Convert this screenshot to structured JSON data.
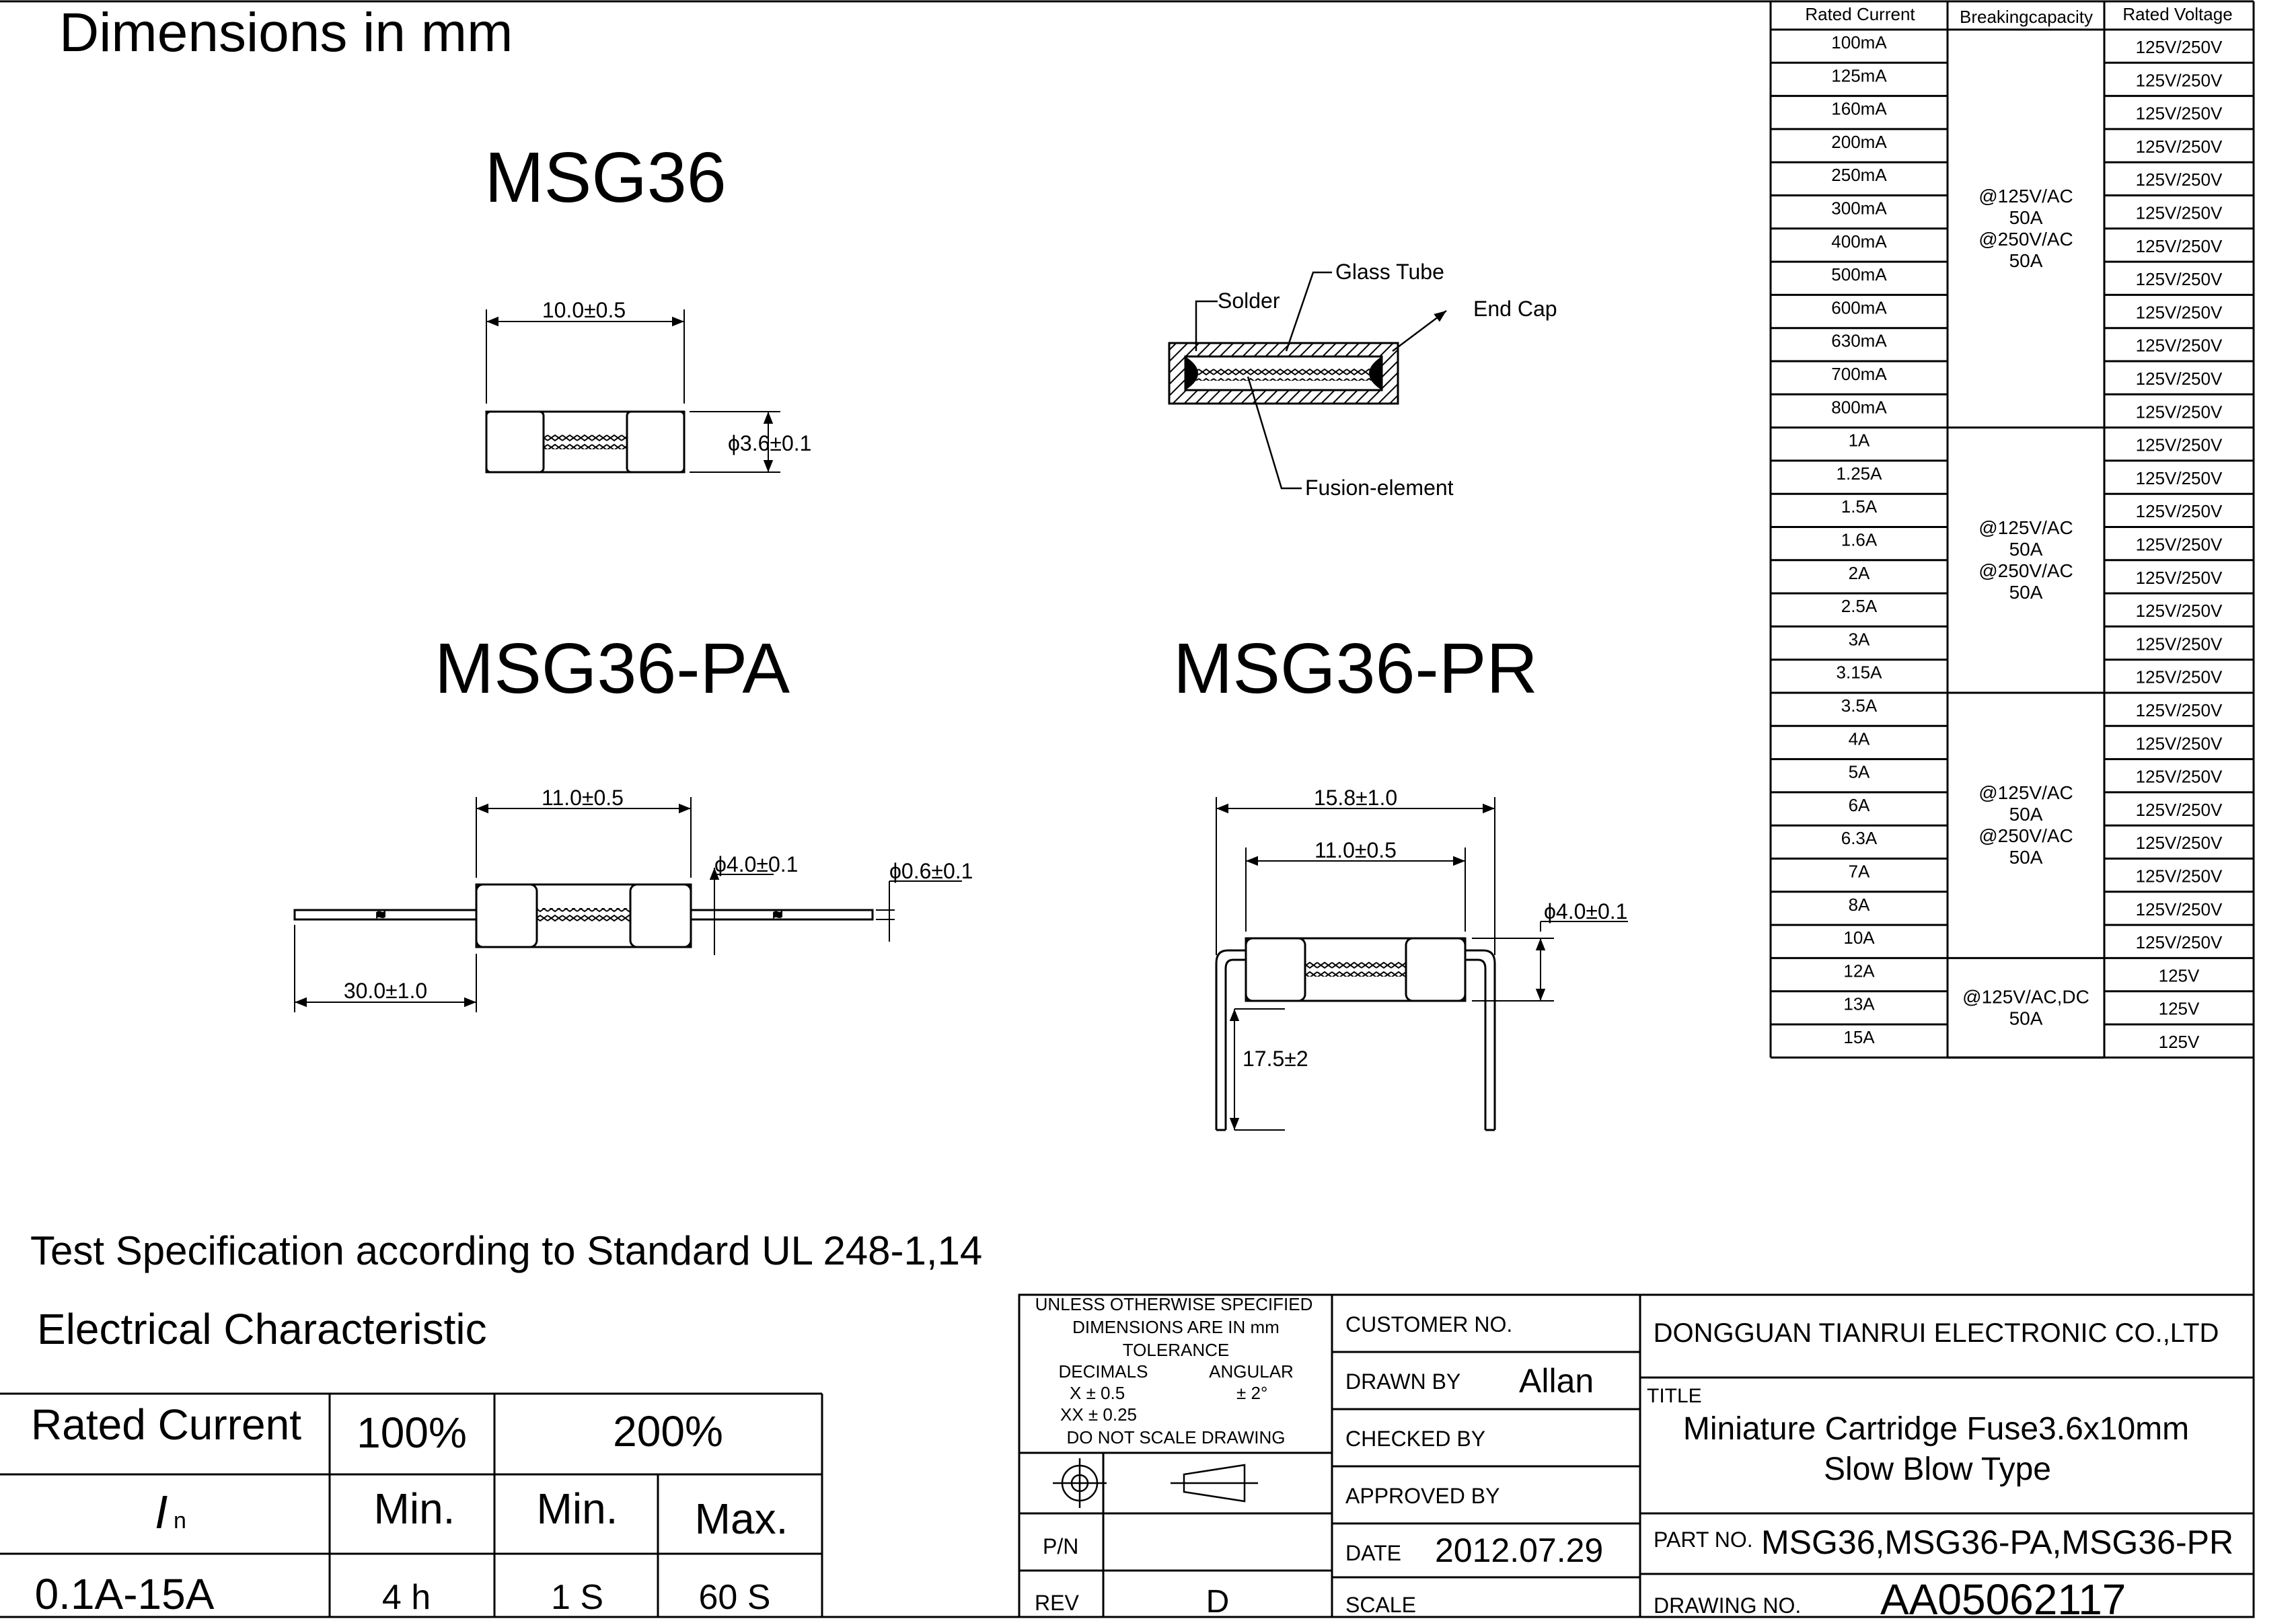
{
  "header": {
    "units_title": "Dimensions in mm"
  },
  "msg36": {
    "title": "MSG36",
    "length_dim": "10.0±0.5",
    "diameter_dim": "ϕ3.6±0.1"
  },
  "cross_section": {
    "solder": "Solder",
    "glass_tube": "Glass Tube",
    "end_cap": "End Cap",
    "fusion_element": "Fusion-element"
  },
  "msg36_pa": {
    "title": "MSG36-PA",
    "body_length": "11.0±0.5",
    "body_diameter": "ϕ4.0±0.1",
    "lead_diameter": "ϕ0.6±0.1",
    "lead_length": "30.0±1.0"
  },
  "msg36_pr": {
    "title": "MSG36-PR",
    "overall_length": "15.8±1.0",
    "body_length": "11.0±0.5",
    "body_diameter": "ϕ4.0±0.1",
    "lead_length": "17.5±2"
  },
  "rating_table": {
    "headers": [
      "Rated Current",
      "Breakingcapacity",
      "Rated Voltage"
    ],
    "currents": [
      "100mA",
      "125mA",
      "160mA",
      "200mA",
      "250mA",
      "300mA",
      "400mA",
      "500mA",
      "600mA",
      "630mA",
      "700mA",
      "800mA",
      "1A",
      "1.25A",
      "1.5A",
      "1.6A",
      "2A",
      "2.5A",
      "3A",
      "3.15A",
      "3.5A",
      "4A",
      "5A",
      "6A",
      "6.3A",
      "7A",
      "8A",
      "10A",
      "12A",
      "13A",
      "15A"
    ],
    "voltages": [
      "125V/250V",
      "125V/250V",
      "125V/250V",
      "125V/250V",
      "125V/250V",
      "125V/250V",
      "125V/250V",
      "125V/250V",
      "125V/250V",
      "125V/250V",
      "125V/250V",
      "125V/250V",
      "125V/250V",
      "125V/250V",
      "125V/250V",
      "125V/250V",
      "125V/250V",
      "125V/250V",
      "125V/250V",
      "125V/250V",
      "125V/250V",
      "125V/250V",
      "125V/250V",
      "125V/250V",
      "125V/250V",
      "125V/250V",
      "125V/250V",
      "125V/250V",
      "125V",
      "125V",
      "125V"
    ],
    "breaking_groups": [
      {
        "lines": [
          "@125V/AC",
          "50A",
          "@250V/AC",
          "50A"
        ]
      },
      {
        "lines": [
          "@125V/AC",
          "50A",
          "@250V/AC",
          "50A"
        ]
      },
      {
        "lines": [
          "@125V/AC",
          "50A",
          "@250V/AC",
          "50A"
        ]
      },
      {
        "lines": [
          "@125V/AC,DC",
          "50A"
        ]
      }
    ]
  },
  "test_spec": "Test Specification according to Standard UL 248-1,14",
  "electrical": {
    "title": "Electrical Characteristic",
    "rated_current": "Rated Current",
    "pct100": "100%",
    "pct200": "200%",
    "in_symbol": "I",
    "in_subscript": "n",
    "min1": "Min.",
    "min2": "Min.",
    "max": "Max.",
    "range": "0.1A-15A",
    "v_100_min": "4 h",
    "v_200_min": "1 S",
    "v_200_max": "60 S"
  },
  "title_block": {
    "notes": [
      "UNLESS OTHERWISE SPECIFIED",
      "DIMENSIONS ARE IN mm",
      "TOLERANCE"
    ],
    "decimals": "DECIMALS",
    "angular": "ANGULAR",
    "x_tol": "X  ±  0.5",
    "ang_tol": "±  2°",
    "xx_tol": "XX  ±  0.25",
    "no_scale": "DO NOT SCALE DRAWING",
    "pn_label": "P/N",
    "rev_label": "REV",
    "rev_value": "D",
    "customer_no": "CUSTOMER NO.",
    "drawn_by": "DRAWN BY",
    "drawn_by_value": "Allan",
    "checked_by": "CHECKED BY",
    "approved_by": "APPROVED BY",
    "date_label": "DATE",
    "date_value": "2012.07.29",
    "scale_label": "SCALE",
    "company": "DONGGUAN TIANRUI ELECTRONIC CO.,LTD",
    "title_label": "TITLE",
    "title_line1": "Miniature Cartridge Fuse3.6x10mm",
    "title_line2": "Slow Blow Type",
    "part_no_label": "PART NO.",
    "part_no_value": "MSG36,MSG36-PA,MSG36-PR",
    "drawing_no_label": "DRAWING NO.",
    "drawing_no_value": "AA05062117"
  }
}
